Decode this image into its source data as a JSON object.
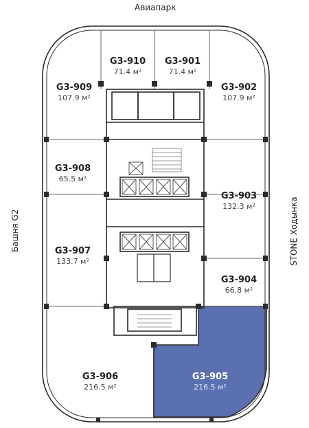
{
  "labels": {
    "top": "Авиапарк",
    "left": "Башня G2",
    "right": "STONE Ходынка"
  },
  "colors": {
    "selected": "#5b70b0",
    "wall": "#2b2b2b",
    "thin": "#777777"
  },
  "units": [
    {
      "code": "G3-910",
      "area": "71.4 м²",
      "selected": false
    },
    {
      "code": "G3-901",
      "area": "71.4 м²",
      "selected": false
    },
    {
      "code": "G3-909",
      "area": "107.9 м²",
      "selected": false
    },
    {
      "code": "G3-902",
      "area": "107.9 м²",
      "selected": false
    },
    {
      "code": "G3-908",
      "area": "65.5 м²",
      "selected": false
    },
    {
      "code": "G3-903",
      "area": "132.3 м²",
      "selected": false
    },
    {
      "code": "G3-907",
      "area": "133.7 м²",
      "selected": false
    },
    {
      "code": "G3-904",
      "area": "66.8 м²",
      "selected": false
    },
    {
      "code": "G3-906",
      "area": "216.5 м²",
      "selected": false
    },
    {
      "code": "G3-905",
      "area": "216.5 м²",
      "selected": true
    }
  ]
}
